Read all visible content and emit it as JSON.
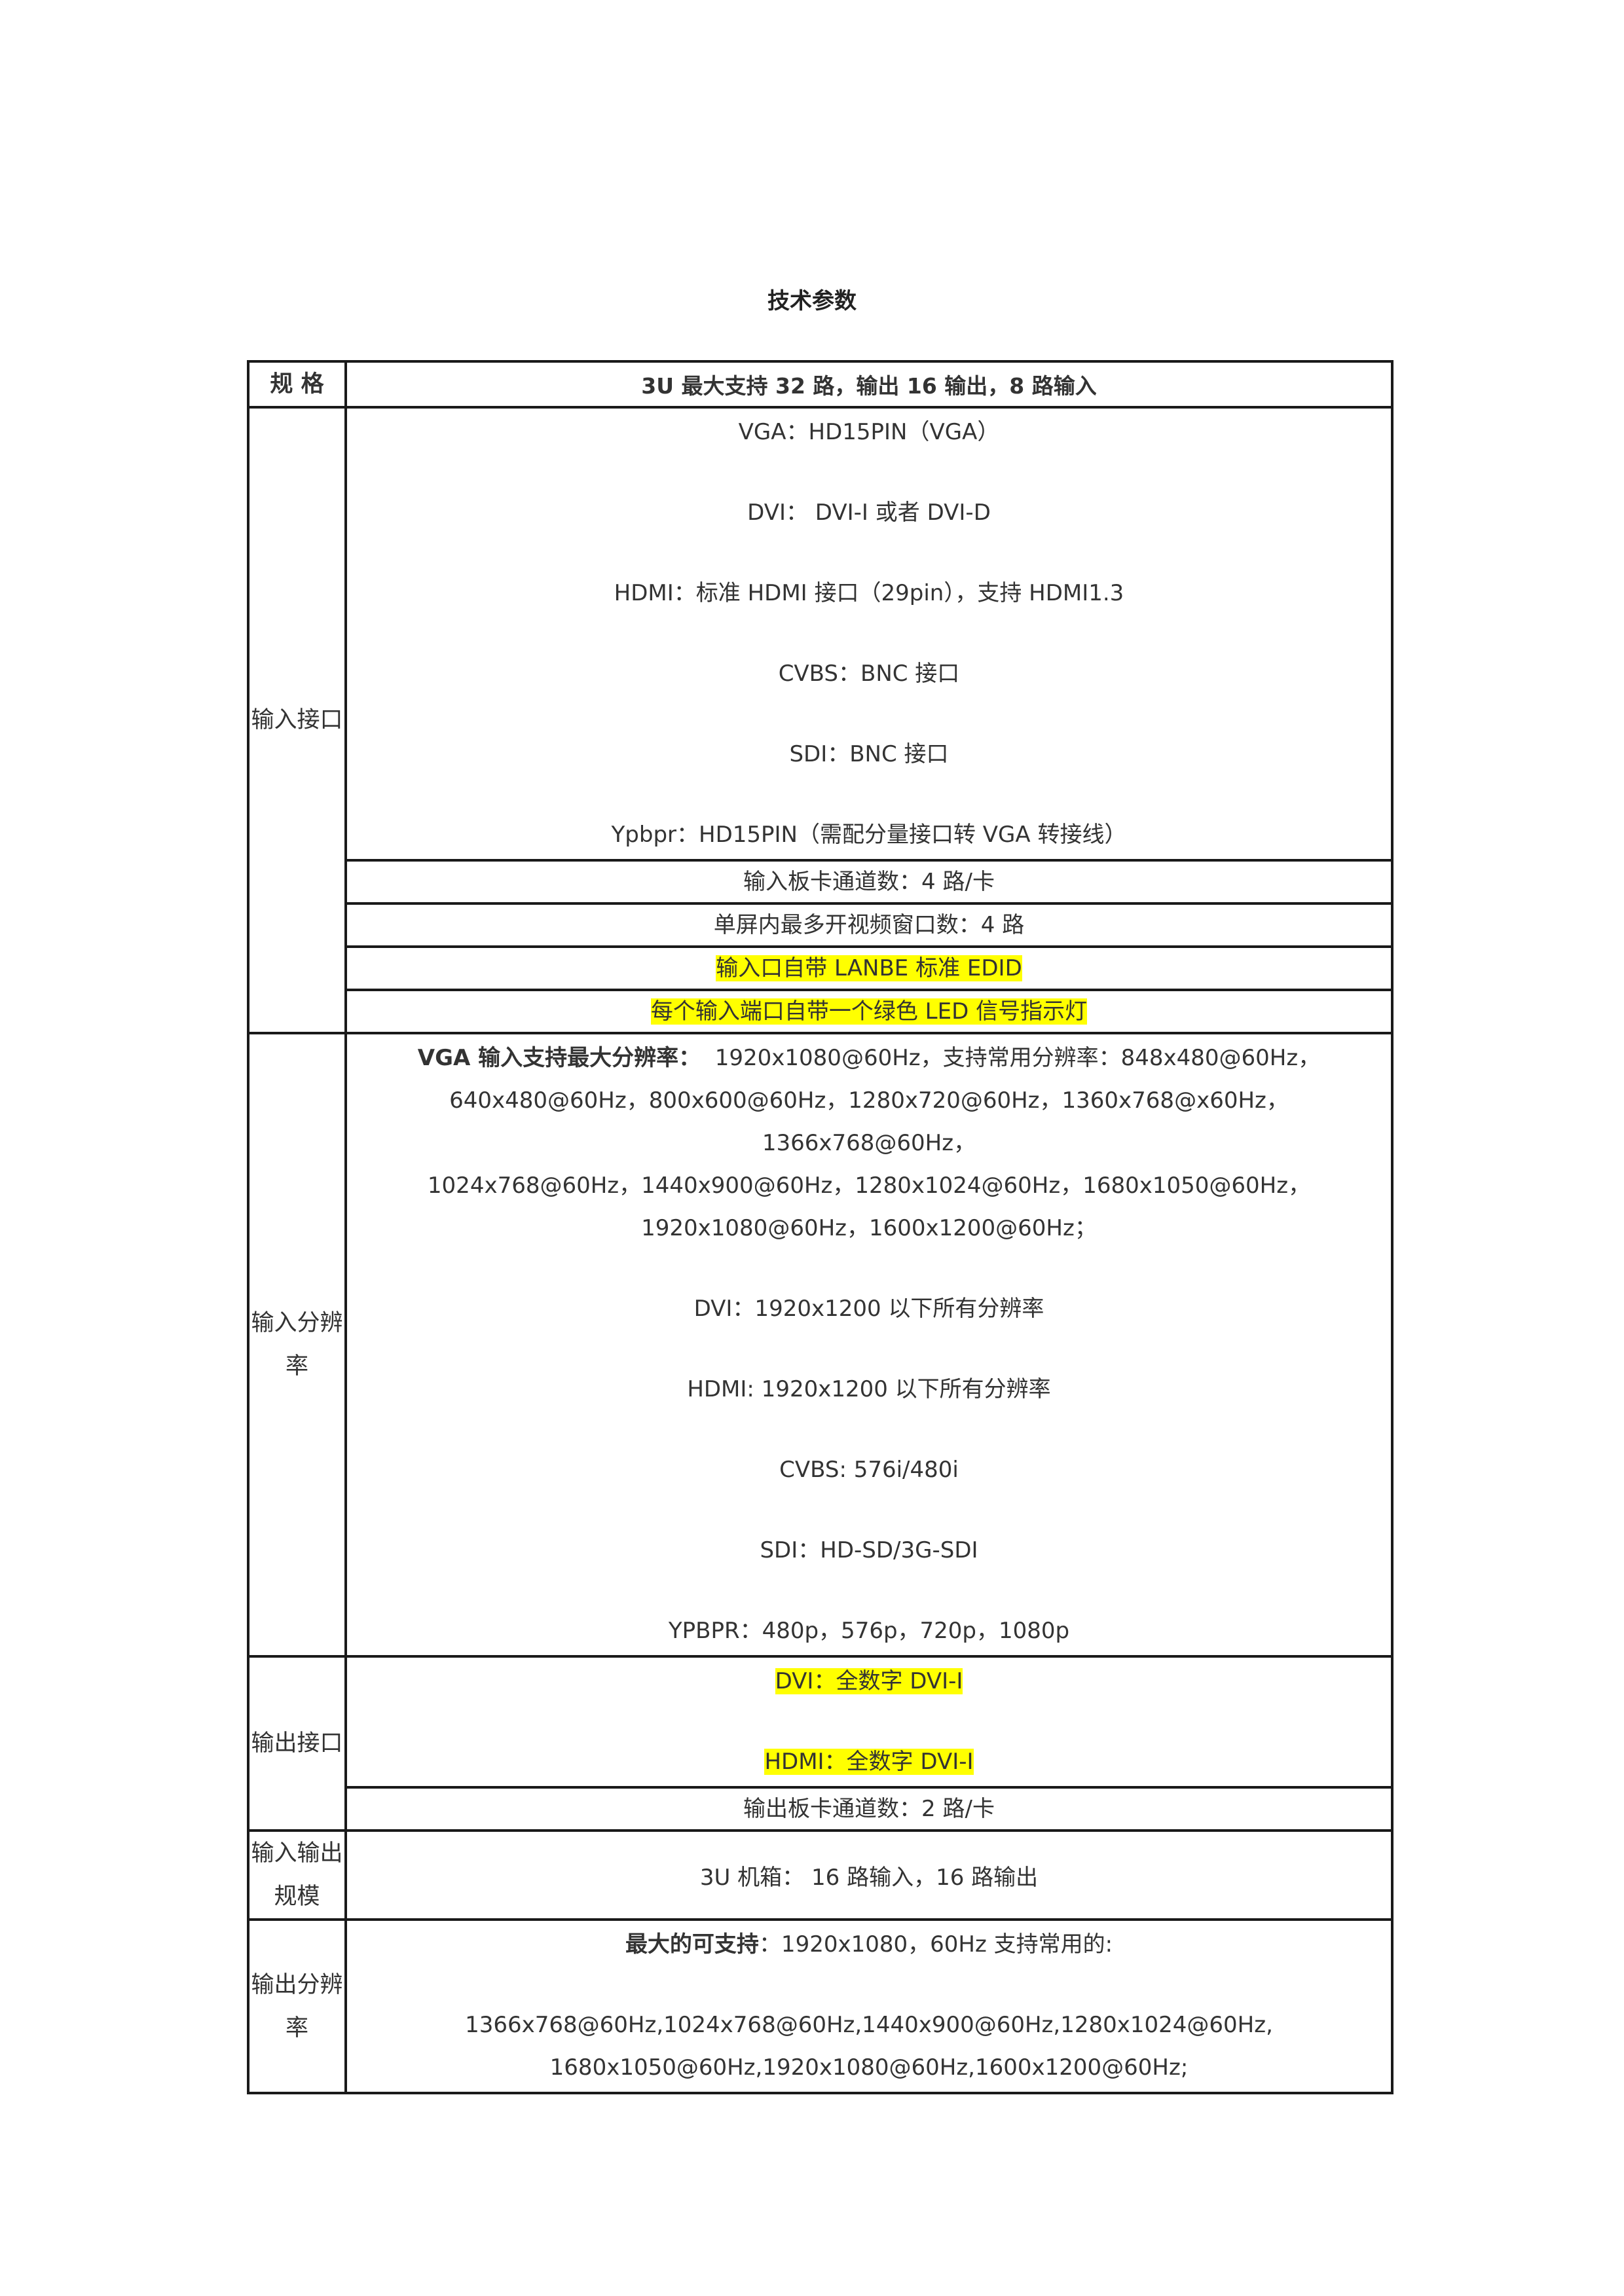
{
  "doc_title": "技术参数",
  "header": {
    "label": "规 格",
    "value": "3U 最大支持 32 路，输出 16 输出，8 路输入"
  },
  "input_interface": {
    "label": "输入接口",
    "lines": [
      "VGA：HD15PIN（VGA）",
      "DVI：  DVI-I 或者 DVI-D",
      "HDMI：标准 HDMI 接口（29pin），支持 HDMI1.3",
      "CVBS：BNC 接口",
      "SDI：BNC 接口",
      "Ypbpr：HD15PIN（需配分量接口转 VGA 转接线）"
    ],
    "rows": [
      "输入板卡通道数：4 路/卡",
      "单屏内最多开视频窗口数：4 路",
      "输入口自带 LANBE 标准 EDID",
      "每个输入端口自带一个绿色 LED 信号指示灯"
    ]
  },
  "input_resolution": {
    "label_line1": "输入分辨",
    "label_line2": "率",
    "vga_bold": "VGA 输入支持最大分辨率：",
    "vga_lines": [
      "1920x1080@60Hz，支持常用分辨率：848x480@60Hz，",
      "640x480@60Hz，800x600@60Hz，1280x720@60Hz，1360x768@x60Hz，1366x768@60Hz，",
      "1024x768@60Hz，1440x900@60Hz，1280x1024@60Hz，1680x1050@60Hz，",
      "1920x1080@60Hz，1600x1200@60Hz；"
    ],
    "lines": [
      "DVI：1920x1200 以下所有分辨率",
      "HDMI: 1920x1200 以下所有分辨率",
      "CVBS: 576i/480i",
      "SDI：HD-SD/3G-SDI",
      "YPBPR：480p，576p，720p，1080p"
    ]
  },
  "output_interface": {
    "label": "输出接口",
    "lines": [
      "DVI：全数字 DVI-I",
      "HDMI：全数字 DVI-I"
    ],
    "row": "输出板卡通道数：2 路/卡"
  },
  "io_scale": {
    "label_line1": "输入输出",
    "label_line2": "规模",
    "value": "3U 机箱：  16 路输入，16 路输出"
  },
  "output_resolution": {
    "label_line1": "输出分辨",
    "label_line2": "率",
    "bold": "最大的可支持",
    "rest": "：1920x1080，60Hz 支持常用的:",
    "lines": [
      "1366x768@60Hz,1024x768@60Hz,1440x900@60Hz,1280x1024@60Hz,",
      "1680x1050@60Hz,1920x1080@60Hz,1600x1200@60Hz;"
    ]
  }
}
